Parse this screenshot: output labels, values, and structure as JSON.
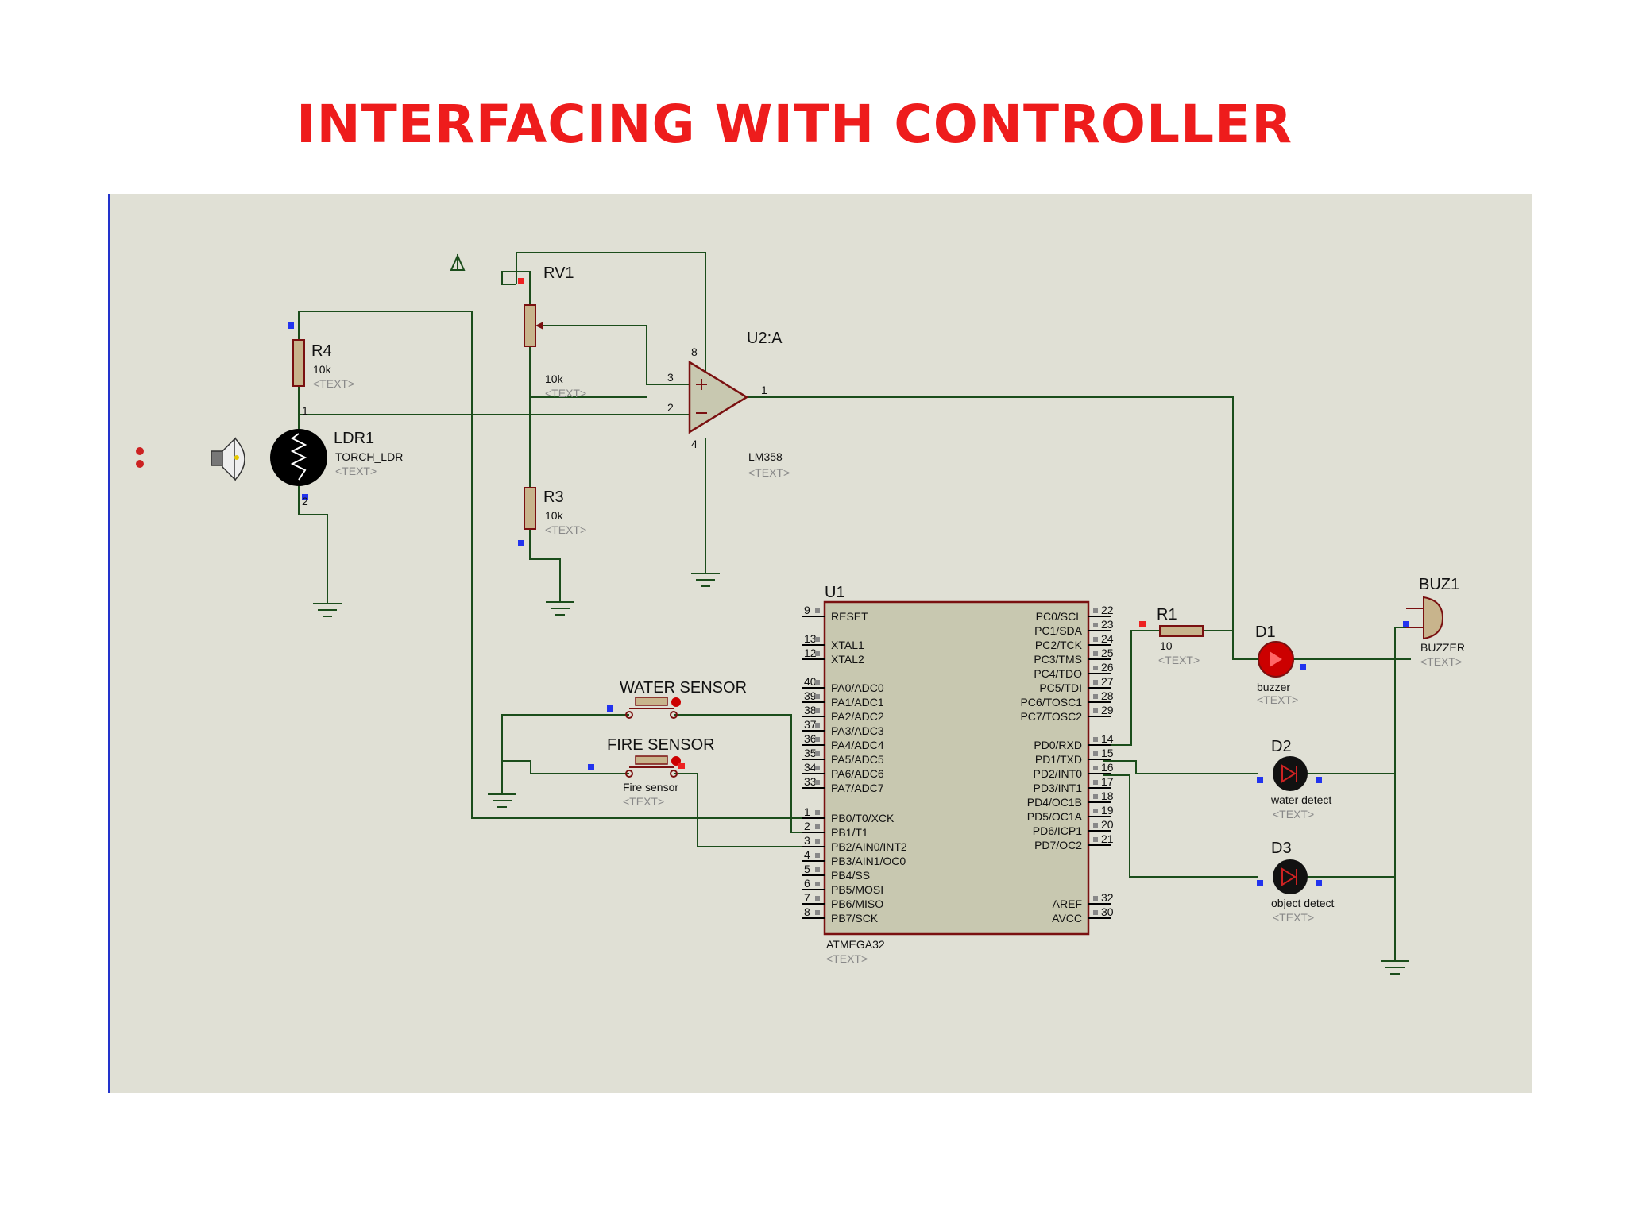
{
  "title": "INTERFACING WITH CONTROLLER",
  "placeholder": "<TEXT>",
  "colors": {
    "title": "#ee1c1c",
    "canvas": "#e0e0d5",
    "wire": "#1b4d1b",
    "component": "#7a1010",
    "chip_fill": "#c8c8b0",
    "led": "#cc0000"
  },
  "components": {
    "rv1": {
      "ref": "RV1",
      "value": "10k"
    },
    "r4": {
      "ref": "R4",
      "value": "10k"
    },
    "r3": {
      "ref": "R3",
      "value": "10k"
    },
    "r1": {
      "ref": "R1",
      "value": "10"
    },
    "ldr1": {
      "ref": "LDR1",
      "value": "TORCH_LDR"
    },
    "u2a": {
      "ref": "U2:A",
      "value": "LM358",
      "pin_plus": "3",
      "pin_minus": "2",
      "pin_out": "1",
      "pin_supply": "8",
      "pin_gnd": "4"
    },
    "u1": {
      "ref": "U1",
      "value": "ATMEGA32"
    },
    "d1": {
      "ref": "D1",
      "value": "buzzer"
    },
    "d2": {
      "ref": "D2",
      "value": "water detect"
    },
    "d3": {
      "ref": "D3",
      "value": "object detect"
    },
    "buz1": {
      "ref": "BUZ1",
      "value": "BUZZER"
    },
    "water_sensor": {
      "ref": "WATER SENSOR"
    },
    "fire_sensor": {
      "ref": "FIRE SENSOR",
      "value": "Fire sensor"
    },
    "ldr_pins": {
      "top": "1",
      "bottom": "2"
    }
  },
  "u1_left_pins": [
    {
      "num": "9",
      "name": "RESET"
    },
    {
      "num": "13",
      "name": "XTAL1"
    },
    {
      "num": "12",
      "name": "XTAL2"
    },
    {
      "num": "40",
      "name": "PA0/ADC0"
    },
    {
      "num": "39",
      "name": "PA1/ADC1"
    },
    {
      "num": "38",
      "name": "PA2/ADC2"
    },
    {
      "num": "37",
      "name": "PA3/ADC3"
    },
    {
      "num": "36",
      "name": "PA4/ADC4"
    },
    {
      "num": "35",
      "name": "PA5/ADC5"
    },
    {
      "num": "34",
      "name": "PA6/ADC6"
    },
    {
      "num": "33",
      "name": "PA7/ADC7"
    },
    {
      "num": "1",
      "name": "PB0/T0/XCK"
    },
    {
      "num": "2",
      "name": "PB1/T1"
    },
    {
      "num": "3",
      "name": "PB2/AIN0/INT2"
    },
    {
      "num": "4",
      "name": "PB3/AIN1/OC0"
    },
    {
      "num": "5",
      "name": "PB4/SS"
    },
    {
      "num": "6",
      "name": "PB5/MOSI"
    },
    {
      "num": "7",
      "name": "PB6/MISO"
    },
    {
      "num": "8",
      "name": "PB7/SCK"
    }
  ],
  "u1_right_pins": [
    {
      "num": "22",
      "name": "PC0/SCL"
    },
    {
      "num": "23",
      "name": "PC1/SDA"
    },
    {
      "num": "24",
      "name": "PC2/TCK"
    },
    {
      "num": "25",
      "name": "PC3/TMS"
    },
    {
      "num": "26",
      "name": "PC4/TDO"
    },
    {
      "num": "27",
      "name": "PC5/TDI"
    },
    {
      "num": "28",
      "name": "PC6/TOSC1"
    },
    {
      "num": "29",
      "name": "PC7/TOSC2"
    },
    {
      "num": "14",
      "name": "PD0/RXD"
    },
    {
      "num": "15",
      "name": "PD1/TXD"
    },
    {
      "num": "16",
      "name": "PD2/INT0"
    },
    {
      "num": "17",
      "name": "PD3/INT1"
    },
    {
      "num": "18",
      "name": "PD4/OC1B"
    },
    {
      "num": "19",
      "name": "PD5/OC1A"
    },
    {
      "num": "20",
      "name": "PD6/ICP1"
    },
    {
      "num": "21",
      "name": "PD7/OC2"
    },
    {
      "num": "32",
      "name": "AREF"
    },
    {
      "num": "30",
      "name": "AVCC"
    }
  ]
}
